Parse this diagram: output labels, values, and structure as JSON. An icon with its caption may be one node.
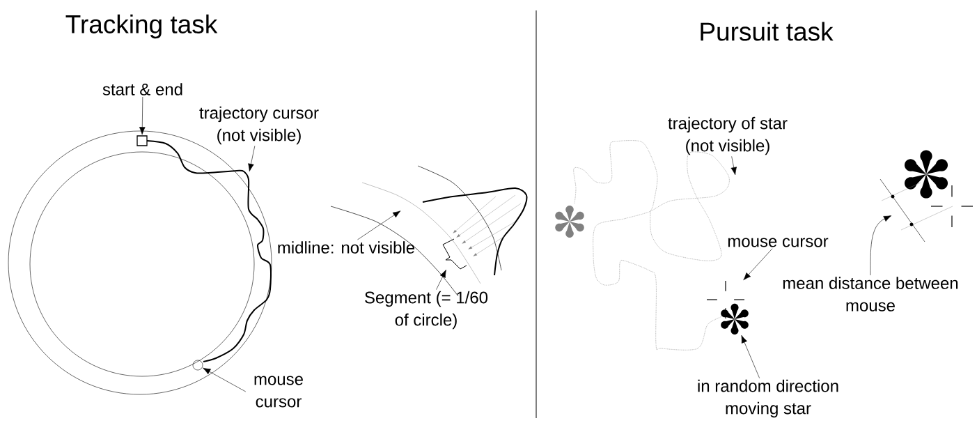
{
  "diagram": {
    "nodes": [
      {
        "text": [
          "start & end"
        ]
      },
      {
        "text": [],
        "shape": "box"
      },
      {
        "text": [
          "trajectory cursor (not visible)"
        ]
      },
      {
        "text": [
          "midline: not visible"
        ]
      },
      {
        "text": [
          "Segment (= 1/60 of circle)"
        ]
      },
      {
        "text": [
          "mouse cursor"
        ]
      },
      {
        "text": [],
        "shape": "circle"
      },
      {
        "text": [
          "trajectory of star (not visible)"
        ]
      },
      {
        "text": [
          "mouse cursor"
        ]
      },
      {
        "text": [],
        "shape": "crosshair"
      },
      {
        "text": [
          "mean distance between mouse"
        ]
      },
      {
        "text": [],
        "shape": "star"
      },
      {
        "text": [
          "in random direction moving star"
        ]
      },
      {
        "text": [],
        "shape": "bracket"
      }
    ],
    "edges": [
      {
        "from": 0,
        "to": 1,
        "arrow": "to"
      },
      {
        "from": 2,
        "to": null,
        "arrow": "to"
      },
      {
        "from": 3,
        "to": null,
        "arrow": "to"
      },
      {
        "from": 4,
        "to": 13,
        "arrow": "to"
      },
      {
        "from": 5,
        "to": 6,
        "arrow": "to"
      },
      {
        "from": 7,
        "to": null,
        "arrow": "to"
      },
      {
        "from": 8,
        "to": 9,
        "arrow": "to"
      },
      {
        "from": 10,
        "to": null,
        "arrow": "to"
      },
      {
        "from": 12,
        "to": 11,
        "arrow": "to"
      }
    ],
    "labels": [
      "Tracking task",
      "Pursuit task"
    ]
  }
}
